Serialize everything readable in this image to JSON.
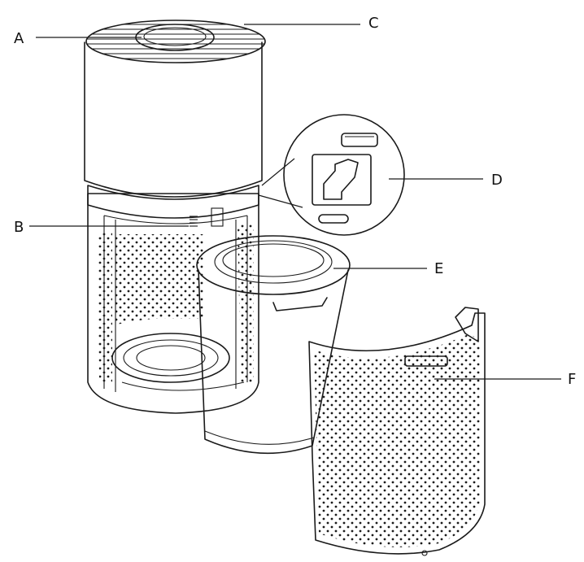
{
  "figure": {
    "callouts": [
      {
        "id": "A",
        "label": "A"
      },
      {
        "id": "B",
        "label": "B"
      },
      {
        "id": "C",
        "label": "C"
      },
      {
        "id": "D",
        "label": "D"
      },
      {
        "id": "E",
        "label": "E"
      },
      {
        "id": "F",
        "label": "F"
      }
    ]
  }
}
